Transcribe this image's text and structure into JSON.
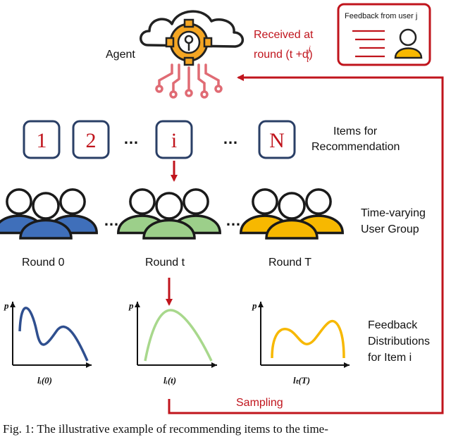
{
  "agent": {
    "label": "Agent"
  },
  "received": {
    "line1": "Received at",
    "line2": "round (t +d",
    "sup": "j",
    "sub": "t",
    "close": ")"
  },
  "feedback_card": {
    "title": "Feedback from user j"
  },
  "items": {
    "boxes": [
      "1",
      "2",
      "i",
      "N"
    ],
    "dots": "…",
    "label_line1": "Items for",
    "label_line2": "Recommendation"
  },
  "user_groups": {
    "label_line1": "Time-varying",
    "label_line2": "User Group",
    "colors": {
      "round0": "#3f6fba",
      "round_t": "#9ccf8a",
      "round_T": "#f7b800"
    },
    "rounds": [
      "Round 0",
      "Round t",
      "Round T"
    ],
    "dots": "…"
  },
  "distributions": {
    "label_line1": "Feedback",
    "label_line2": "Distributions",
    "label_line3": "for Item i",
    "y_label": "p",
    "x_labels": [
      "lᵢ(0)",
      "lᵢ(t)",
      "lₜ(T)"
    ],
    "colors": [
      "#2f4f8f",
      "#a8d88c",
      "#f7b800"
    ]
  },
  "sampling": {
    "label": "Sampling"
  },
  "caption": {
    "text": "Fig. 1: The illustrative example of recommending items to the time-"
  },
  "accent": "#c0141c"
}
